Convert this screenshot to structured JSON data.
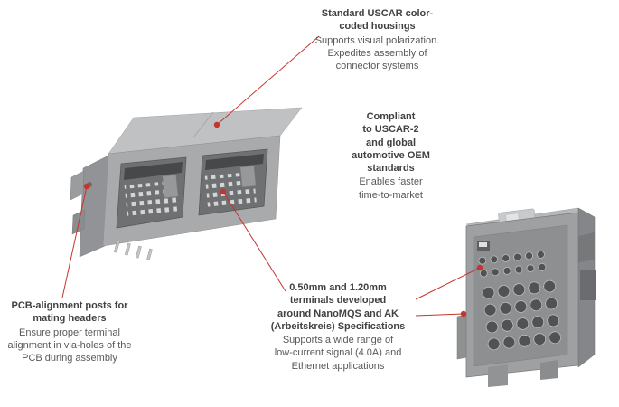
{
  "callouts": {
    "housing": {
      "title": "Standard USCAR color-\ncoded housings",
      "body": "Supports visual polarization.\nExpedites assembly of\nconnector systems"
    },
    "compliance": {
      "title": "Compliant\nto USCAR-2\nand global\nautomotive OEM\nstandards",
      "body": "Enables faster\ntime-to-market"
    },
    "pcb": {
      "title": "PCB-alignment posts for\nmating headers",
      "body": "Ensure proper terminal\nalignment in via-holes of the\nPCB during assembly"
    },
    "terminals": {
      "title": "0.50mm and 1.20mm\nterminals developed\naround NanoMQS and AK\n(Arbeitskreis) Specifications",
      "body": "Supports a wide range of\nlow-current signal (4.0A) and\nEthernet applications"
    }
  },
  "colors": {
    "accent_red": "#c7342e",
    "title_text": "#414042",
    "body_text": "#58595b",
    "housing_gray": "#a7a8aa"
  }
}
